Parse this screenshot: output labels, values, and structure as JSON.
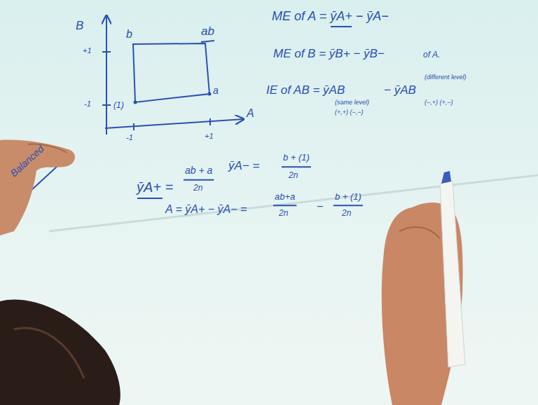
{
  "diagram": {
    "labels": [
      "B",
      "+1",
      "b",
      "ab",
      "-1",
      "(1)",
      "a",
      "A",
      "-1",
      "+1",
      "ME of A = ȳA+ − ȳA−",
      "ME of B = ȳB+ − ȳB−",
      "of A.",
      "IE of AB = ȳAB",
      "(same level)",
      "(+,+) (−,−)",
      "− ȳAB",
      "(different level)",
      "(−,+) (+,−)",
      "Balanced",
      "ȳA+ =",
      "ab + a",
      "2n",
      "ȳA− =",
      "b + (1)",
      "2n",
      "A = ȳA+ − ȳA− =",
      "ab+a",
      "2n",
      "−",
      "b + (1)",
      "2n"
    ]
  }
}
